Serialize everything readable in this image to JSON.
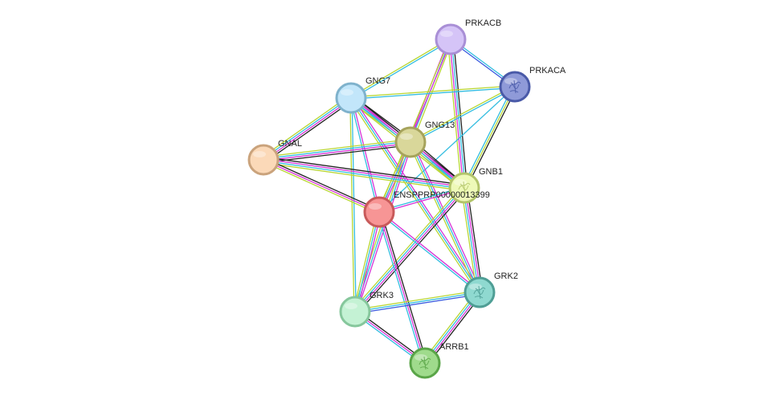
{
  "network": {
    "nodes": [
      {
        "id": "PRKACB",
        "label": "PRKACB",
        "color": "#d5c4f7",
        "stroke": "#a98fd6",
        "icon": "none"
      },
      {
        "id": "PRKACA",
        "label": "PRKACA",
        "color": "#8f9ad8",
        "stroke": "#4a5aa8",
        "icon": "protein-structure-icon"
      },
      {
        "id": "GNG7",
        "label": "GNG7",
        "color": "#c2e6fa",
        "stroke": "#7fb2cc",
        "icon": "none"
      },
      {
        "id": "GNG13",
        "label": "GNG13",
        "color": "#d9d79a",
        "stroke": "#a6a35c",
        "icon": "none"
      },
      {
        "id": "GNAL",
        "label": "GNAL",
        "color": "#fbd9b8",
        "stroke": "#caa37c",
        "icon": "none"
      },
      {
        "id": "GNB1",
        "label": "GNB1",
        "color": "#eef9b8",
        "stroke": "#b2c46a",
        "icon": "protein-structure-icon"
      },
      {
        "id": "ENSPPRP",
        "label": "ENSPPRP00000013399",
        "color": "#f79595",
        "stroke": "#c85a5a",
        "icon": "none"
      },
      {
        "id": "GRK2",
        "label": "GRK2",
        "color": "#8fd9d0",
        "stroke": "#4f9e95",
        "icon": "protein-structure-icon"
      },
      {
        "id": "GRK3",
        "label": "GRK3",
        "color": "#c4f2d4",
        "stroke": "#86c79c",
        "icon": "none"
      },
      {
        "id": "ARRB1",
        "label": "ARRB1",
        "color": "#9fdb8c",
        "stroke": "#5aa548",
        "icon": "protein-structure-icon"
      }
    ],
    "edge_colors": {
      "black": "#222222",
      "magenta": "#d633d6",
      "cyan": "#33bde0",
      "yellowgreen": "#b8d633",
      "blue": "#3b5be0"
    },
    "edges": [
      {
        "a": "PRKACB",
        "b": "PRKACA",
        "types": [
          "cyan",
          "blue"
        ]
      },
      {
        "a": "PRKACB",
        "b": "GNG7",
        "types": [
          "cyan",
          "yellowgreen"
        ]
      },
      {
        "a": "PRKACB",
        "b": "GNG13",
        "types": [
          "yellowgreen",
          "cyan",
          "magenta"
        ]
      },
      {
        "a": "PRKACB",
        "b": "GNB1",
        "types": [
          "black",
          "cyan",
          "magenta",
          "yellowgreen"
        ]
      },
      {
        "a": "PRKACB",
        "b": "ENSPPRP",
        "types": [
          "magenta",
          "yellowgreen"
        ]
      },
      {
        "a": "PRKACA",
        "b": "GNG7",
        "types": [
          "cyan",
          "yellowgreen"
        ]
      },
      {
        "a": "PRKACA",
        "b": "GNG13",
        "types": [
          "cyan",
          "yellowgreen"
        ]
      },
      {
        "a": "PRKACA",
        "b": "GNB1",
        "types": [
          "black",
          "yellowgreen",
          "cyan"
        ]
      },
      {
        "a": "PRKACA",
        "b": "ENSPPRP",
        "types": [
          "cyan"
        ]
      },
      {
        "a": "GNG7",
        "b": "GNAL",
        "types": [
          "black",
          "magenta",
          "cyan",
          "yellowgreen"
        ]
      },
      {
        "a": "GNG7",
        "b": "GNG13",
        "types": [
          "black",
          "magenta",
          "cyan",
          "yellowgreen"
        ]
      },
      {
        "a": "GNG7",
        "b": "GNB1",
        "types": [
          "black",
          "magenta",
          "cyan",
          "yellowgreen"
        ]
      },
      {
        "a": "GNG7",
        "b": "ENSPPRP",
        "types": [
          "magenta",
          "cyan"
        ]
      },
      {
        "a": "GNG7",
        "b": "GRK2",
        "types": [
          "magenta",
          "cyan",
          "yellowgreen"
        ]
      },
      {
        "a": "GNG7",
        "b": "GRK3",
        "types": [
          "cyan",
          "yellowgreen"
        ]
      },
      {
        "a": "GNG13",
        "b": "GNAL",
        "types": [
          "black",
          "magenta",
          "cyan",
          "yellowgreen"
        ]
      },
      {
        "a": "GNG13",
        "b": "GNB1",
        "types": [
          "black",
          "magenta",
          "cyan",
          "yellowgreen"
        ]
      },
      {
        "a": "GNG13",
        "b": "ENSPPRP",
        "types": [
          "magenta",
          "cyan",
          "yellowgreen"
        ]
      },
      {
        "a": "GNG13",
        "b": "GRK2",
        "types": [
          "magenta",
          "cyan",
          "yellowgreen"
        ]
      },
      {
        "a": "GNG13",
        "b": "GRK3",
        "types": [
          "magenta",
          "cyan",
          "yellowgreen"
        ]
      },
      {
        "a": "GNAL",
        "b": "GNB1",
        "types": [
          "black",
          "magenta",
          "cyan",
          "yellowgreen"
        ]
      },
      {
        "a": "GNAL",
        "b": "ENSPPRP",
        "types": [
          "black",
          "magenta",
          "yellowgreen"
        ]
      },
      {
        "a": "GNB1",
        "b": "ENSPPRP",
        "types": [
          "magenta",
          "cyan"
        ]
      },
      {
        "a": "GNB1",
        "b": "GRK2",
        "types": [
          "black",
          "magenta",
          "cyan",
          "yellowgreen"
        ]
      },
      {
        "a": "GNB1",
        "b": "GRK3",
        "types": [
          "black",
          "magenta",
          "cyan",
          "yellowgreen"
        ]
      },
      {
        "a": "ENSPPRP",
        "b": "GRK2",
        "types": [
          "magenta",
          "cyan"
        ]
      },
      {
        "a": "ENSPPRP",
        "b": "GRK3",
        "types": [
          "magenta",
          "cyan",
          "yellowgreen"
        ]
      },
      {
        "a": "ENSPPRP",
        "b": "ARRB1",
        "types": [
          "black",
          "magenta",
          "cyan"
        ]
      },
      {
        "a": "GRK2",
        "b": "GRK3",
        "types": [
          "blue",
          "cyan",
          "yellowgreen"
        ]
      },
      {
        "a": "GRK2",
        "b": "ARRB1",
        "types": [
          "black",
          "magenta",
          "cyan",
          "yellowgreen"
        ]
      },
      {
        "a": "GRK3",
        "b": "ARRB1",
        "types": [
          "black",
          "magenta",
          "cyan"
        ]
      }
    ]
  }
}
